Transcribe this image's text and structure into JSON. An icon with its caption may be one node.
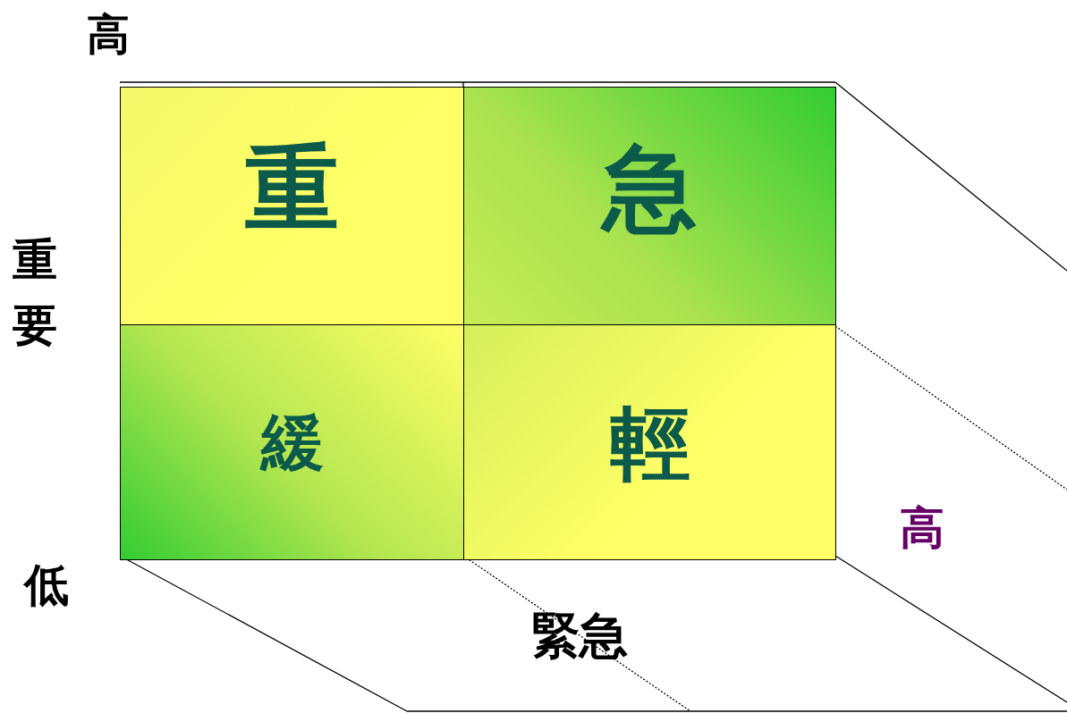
{
  "diagram": {
    "nodes": [
      {
        "text": [
          "重"
        ]
      },
      {
        "text": [
          "急"
        ]
      },
      {
        "text": [
          "緩"
        ]
      },
      {
        "text": [
          "輕"
        ]
      }
    ],
    "labels": [
      "高",
      "重要",
      "低",
      "高",
      "緊急"
    ]
  }
}
